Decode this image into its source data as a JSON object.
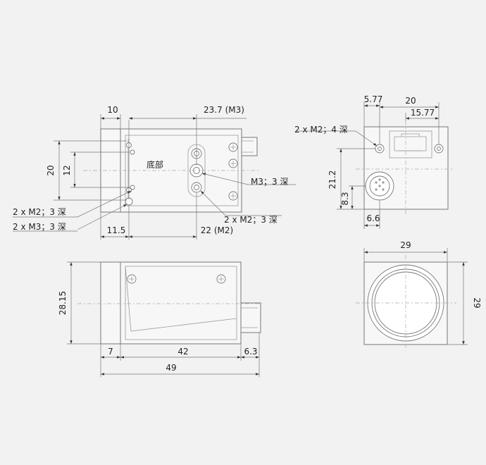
{
  "labels": {
    "d10": "10",
    "d23_7": "23.7 (M3)",
    "d20_left": "20",
    "d12": "12",
    "bottom_text": "底部",
    "m3_3": "M3；3 深",
    "m2_3_right": "2 x M2；3 深",
    "m2_3_left": "2 x M2；3 深",
    "m3_3_left": "2 x M3；3 深",
    "d11_5": "11.5",
    "d22_m2": "22 (M2)",
    "d5_77": "5.77",
    "d20_top": "20",
    "d15_77": "15.77",
    "m2_4": "2 x M2；4 深",
    "d21_2": "21.2",
    "d8_3": "8.3",
    "d6_6": "6.6",
    "d28_15": "28.15",
    "d7": "7",
    "d42": "42",
    "d6_3": "6.3",
    "d49": "49",
    "d29_top": "29",
    "d29_side": "29"
  },
  "colors": {
    "background": "#f2f2f2",
    "line": "#777777",
    "body_fill": "#f7f7f7"
  }
}
